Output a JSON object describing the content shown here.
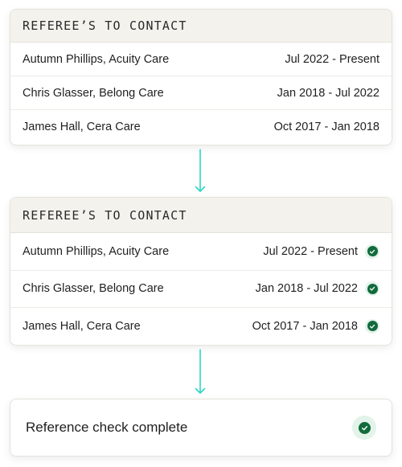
{
  "panels": [
    {
      "header": "REFEREE’S TO CONTACT",
      "rows": [
        {
          "name": "Autumn Phillips, Acuity Care",
          "dates": "Jul 2022 - Present"
        },
        {
          "name": "Chris Glasser, Belong Care",
          "dates": "Jan 2018 - Jul 2022"
        },
        {
          "name": "James Hall, Cera Care",
          "dates": "Oct 2017 - Jan 2018"
        }
      ]
    },
    {
      "header": "REFEREE’S TO CONTACT",
      "rows": [
        {
          "name": "Autumn Phillips, Acuity Care",
          "dates": "Jul 2022 - Present",
          "status": "verified"
        },
        {
          "name": "Chris Glasser, Belong Care",
          "dates": "Jan 2018 - Jul 2022",
          "status": "verified"
        },
        {
          "name": "James Hall, Cera Care",
          "dates": "Oct 2017 - Jan 2018",
          "status": "verified"
        }
      ]
    }
  ],
  "result": {
    "label": "Reference check complete",
    "status": "complete"
  },
  "icons": {
    "check": "check-circle-icon",
    "arrow": "arrow-down-icon"
  },
  "colors": {
    "header_bg": "#f4f2ed",
    "check_green": "#116b3c",
    "check_halo": "#e3f3ea",
    "arrow_teal": "#2fd6c4"
  }
}
